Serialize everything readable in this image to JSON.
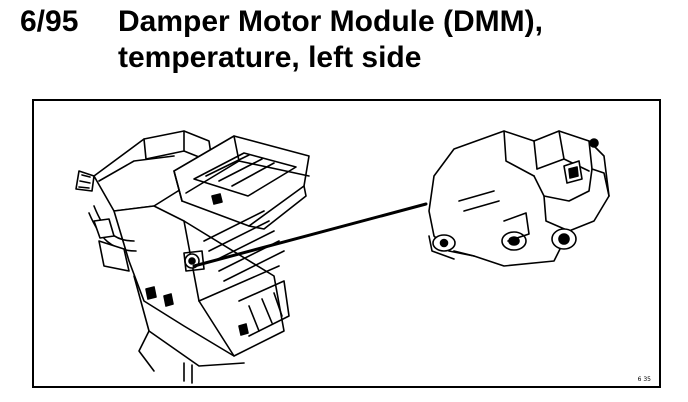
{
  "heading": {
    "code": "6/95",
    "title_line1": "Damper Motor Module (DMM),",
    "title_line2": "temperature, left side"
  },
  "figure": {
    "reference": "6 35",
    "parts": [
      "hvac-unit",
      "damper-motor-module",
      "leader-line"
    ]
  }
}
